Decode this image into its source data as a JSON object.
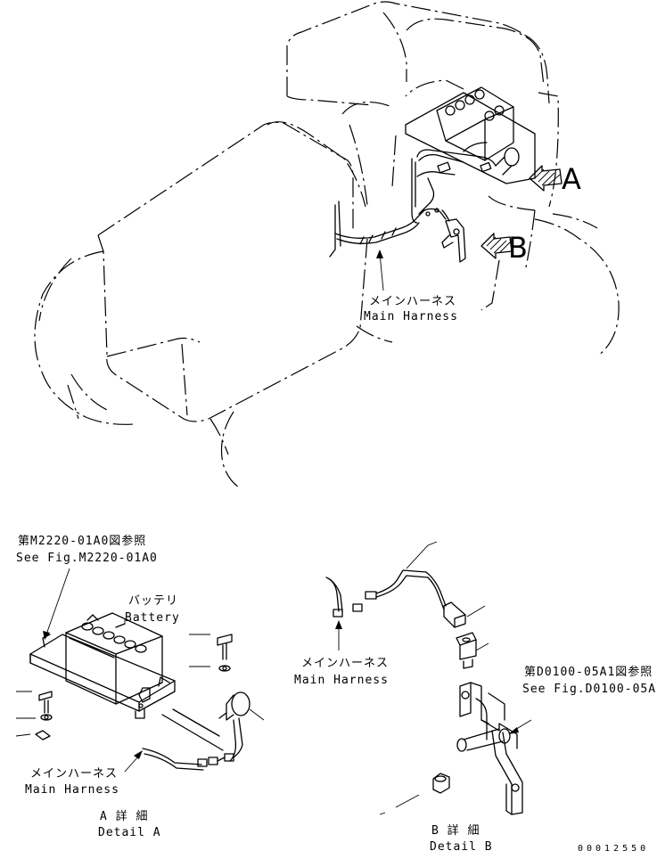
{
  "view_arrows": {
    "a": "A",
    "b": "B"
  },
  "top_view": {
    "harness_jp": "メインハーネス",
    "harness_en": "Main Harness"
  },
  "detail_a": {
    "ref_jp": "第M2220-01A0図参照",
    "ref_en": "See Fig.M2220-01A0",
    "battery_jp": "バッテリ",
    "battery_en": "Battery",
    "harness_jp": "メインハーネス",
    "harness_en": "Main Harness",
    "title_jp": "A 詳 細",
    "title_en": "Detail A"
  },
  "detail_b": {
    "harness_jp": "メインハーネス",
    "harness_en": "Main Harness",
    "ref_jp": "第D0100-05A1図参照",
    "ref_en": "See Fig.D0100-05A1",
    "title_jp": "B 詳 細",
    "title_en": "Detail B"
  },
  "drawing_code": "00012550"
}
